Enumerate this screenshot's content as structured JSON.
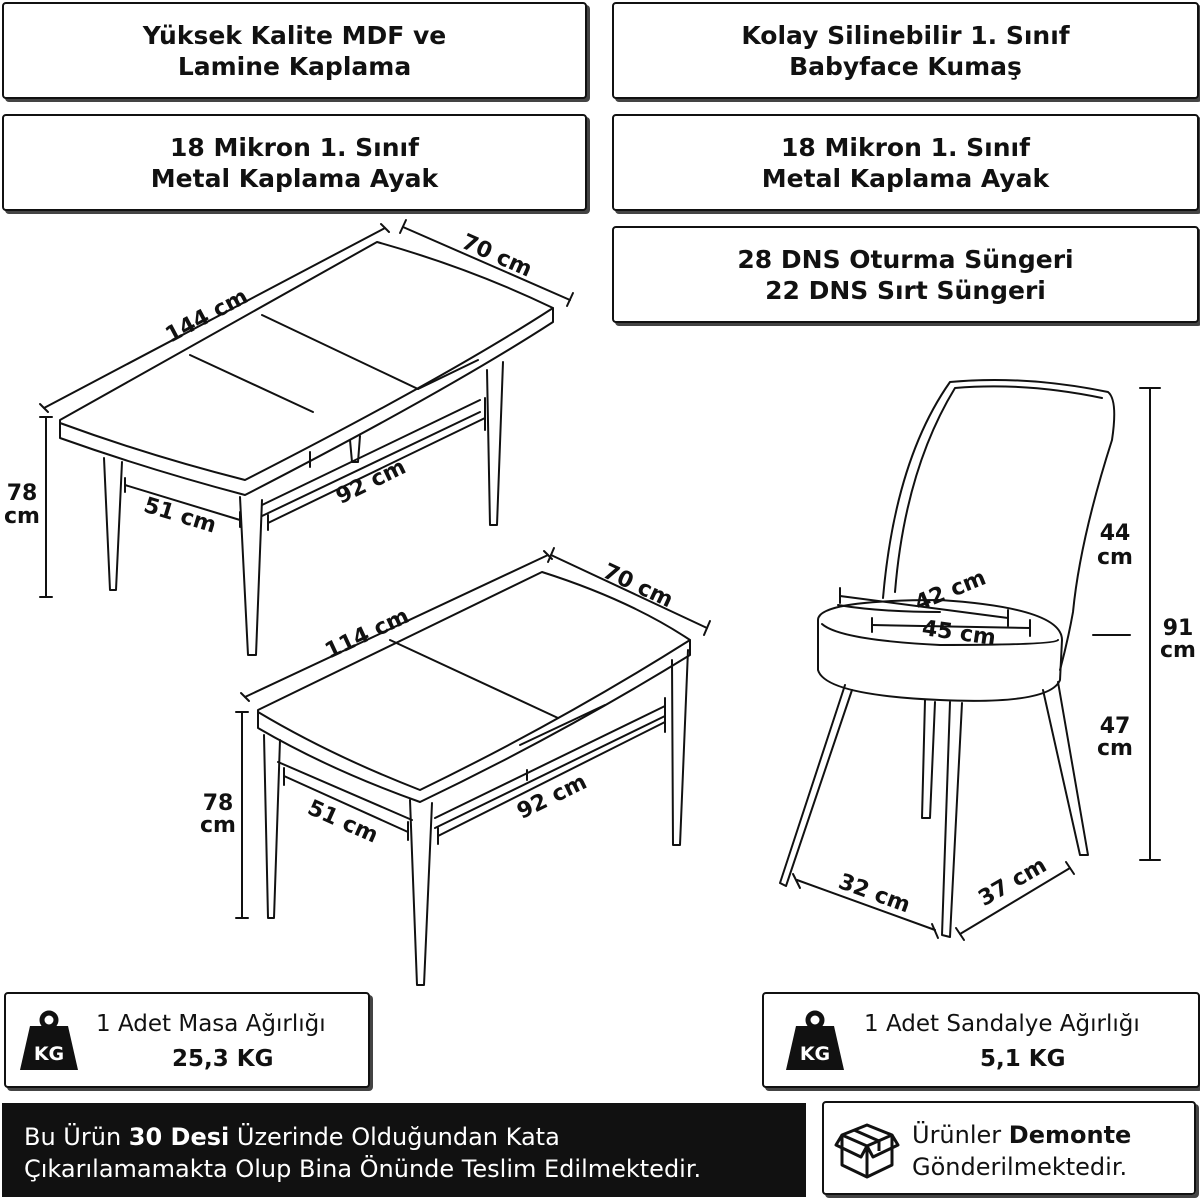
{
  "features": {
    "mdf": [
      "Yüksek Kalite MDF ve",
      "Lamine Kaplama"
    ],
    "fabric": [
      "Kolay Silinebilir 1. Sınıf",
      "Babyface Kumaş"
    ],
    "table_leg": [
      "18 Mikron 1. Sınıf",
      "Metal Kaplama Ayak"
    ],
    "chair_leg": [
      "18 Mikron 1. Sınıf",
      "Metal Kaplama Ayak"
    ],
    "foam": [
      "28 DNS Oturma Süngeri",
      "22 DNS Sırt Süngeri"
    ]
  },
  "dimensions": {
    "table_open": {
      "length": "144 cm",
      "width": "70 cm",
      "height_1": "78",
      "height_2": "cm",
      "left_span": "51 cm",
      "right_span": "92 cm"
    },
    "table_closed": {
      "length": "114 cm",
      "width": "70 cm",
      "height_1": "78",
      "height_2": "cm",
      "left_span": "51 cm",
      "right_span": "92 cm"
    },
    "chair": {
      "seat_depth": "42 cm",
      "seat_width": "45 cm",
      "back_h1": "44",
      "back_h2": "cm",
      "total_h1": "91",
      "total_h2": "cm",
      "seat_h1": "47",
      "seat_h2": "cm",
      "base_left": "32 cm",
      "base_right": "37 cm"
    }
  },
  "weights": {
    "table": {
      "icon": "KG",
      "label": "1 Adet Masa Ağırlığı",
      "value": "25,3 KG"
    },
    "chair": {
      "icon": "KG",
      "label": "1 Adet Sandalye Ağırlığı",
      "value": "5,1 KG"
    }
  },
  "notice": {
    "part1": "Bu Ürün ",
    "bold": "30 Desi",
    "part2": " Üzerinde Olduğundan Kata",
    "line2": "Çıkarılamamakta Olup Bina Önünde Teslim Edilmektedir."
  },
  "shipping": {
    "part1": "Ürünler ",
    "bold": "Demonte",
    "line2": "Gönderilmektedir."
  }
}
